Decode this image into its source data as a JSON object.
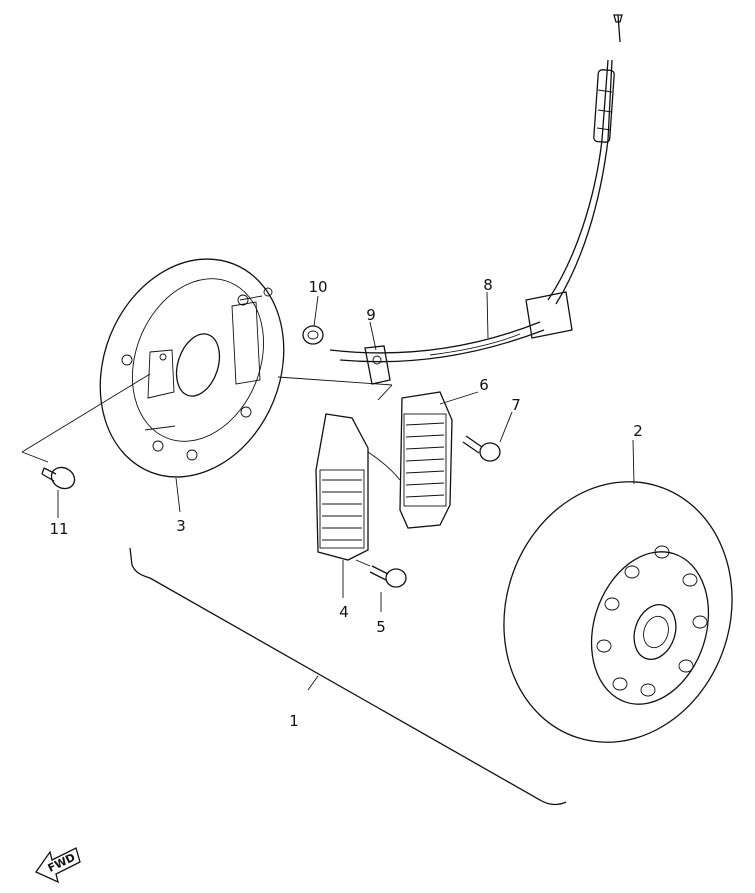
{
  "diagram": {
    "callouts": [
      {
        "id": "1",
        "text": "1"
      },
      {
        "id": "2",
        "text": "2"
      },
      {
        "id": "3",
        "text": "3"
      },
      {
        "id": "4",
        "text": "4"
      },
      {
        "id": "5",
        "text": "5"
      },
      {
        "id": "6",
        "text": "6"
      },
      {
        "id": "7",
        "text": "7"
      },
      {
        "id": "8",
        "text": "8"
      },
      {
        "id": "9",
        "text": "9"
      },
      {
        "id": "10",
        "text": "10"
      },
      {
        "id": "11",
        "text": "11"
      }
    ],
    "forward_indicator": "FWD"
  }
}
